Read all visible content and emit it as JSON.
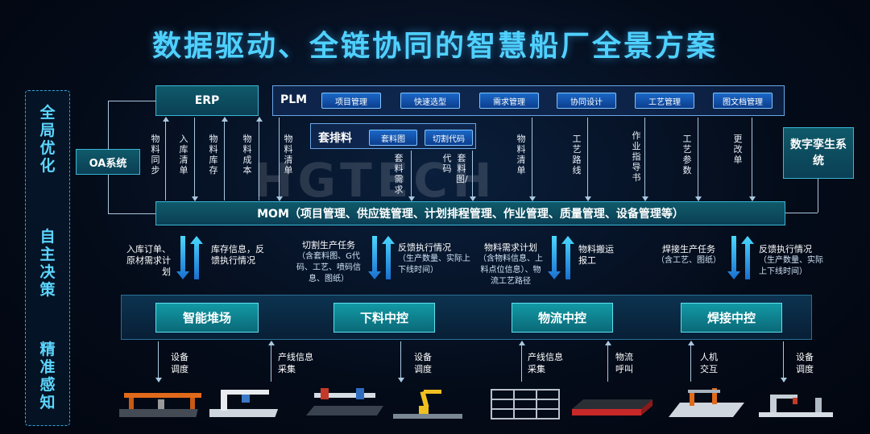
{
  "title": "数据驱动、全链协同的智慧船厂全景方案",
  "left_column": [
    "全局优化",
    "自主决策",
    "精准感知"
  ],
  "boxes": {
    "erp": "ERP",
    "oa": "OA系统",
    "digital_twin": "数字孪生系统",
    "mom": "MOM（项目管理、供应链管理、计划排程管理、作业管理、质量管理、设备管理等）"
  },
  "plm": {
    "label": "PLM",
    "items": [
      "项目管理",
      "快速选型",
      "需求管理",
      "协同设计",
      "工艺管理",
      "图文档管理"
    ]
  },
  "taopailiao": {
    "label": "套排料",
    "items": [
      "套料图",
      "切割代码"
    ]
  },
  "upper_flows": [
    "物料同步",
    "入库清单",
    "物料库存",
    "物料成本",
    "物料清单",
    "套料需求",
    "代码",
    "套料图/",
    "物料清单",
    "工艺路线",
    "作业指导书",
    "工艺参数",
    "更改单"
  ],
  "mid_flows": [
    {
      "main": "入库订单、原材需求计划",
      "sub": ""
    },
    {
      "main": "库存信息，反馈执行情况",
      "sub": ""
    },
    {
      "main": "切割生产任务",
      "sub": "（含套料图、G代码、工艺、喷码信息、图纸）"
    },
    {
      "main": "反馈执行情况",
      "sub": "（生产数量、实际上下线时间）"
    },
    {
      "main": "物料需求计划",
      "sub": "（含物料信息、上料点位信息）、物流工艺路径"
    },
    {
      "main": "物料搬运报工",
      "sub": ""
    },
    {
      "main": "焊接生产任务",
      "sub": "（含工艺、图纸）"
    },
    {
      "main": "反馈执行情况",
      "sub": "（生产数量、实际上下线时间）"
    }
  ],
  "controls": [
    "智能堆场",
    "下料中控",
    "物流中控",
    "焊接中控"
  ],
  "lower_flows": [
    "设备调度",
    "产线信息采集",
    "设备调度",
    "产线信息采集",
    "物流呼叫",
    "人机交互",
    "设备调度"
  ],
  "watermark": "HGTECH",
  "colors": {
    "title": "#4fd1ff",
    "accent_box": "#0f5a6a",
    "pill": "#1a67c6",
    "control": "#129aa5"
  }
}
